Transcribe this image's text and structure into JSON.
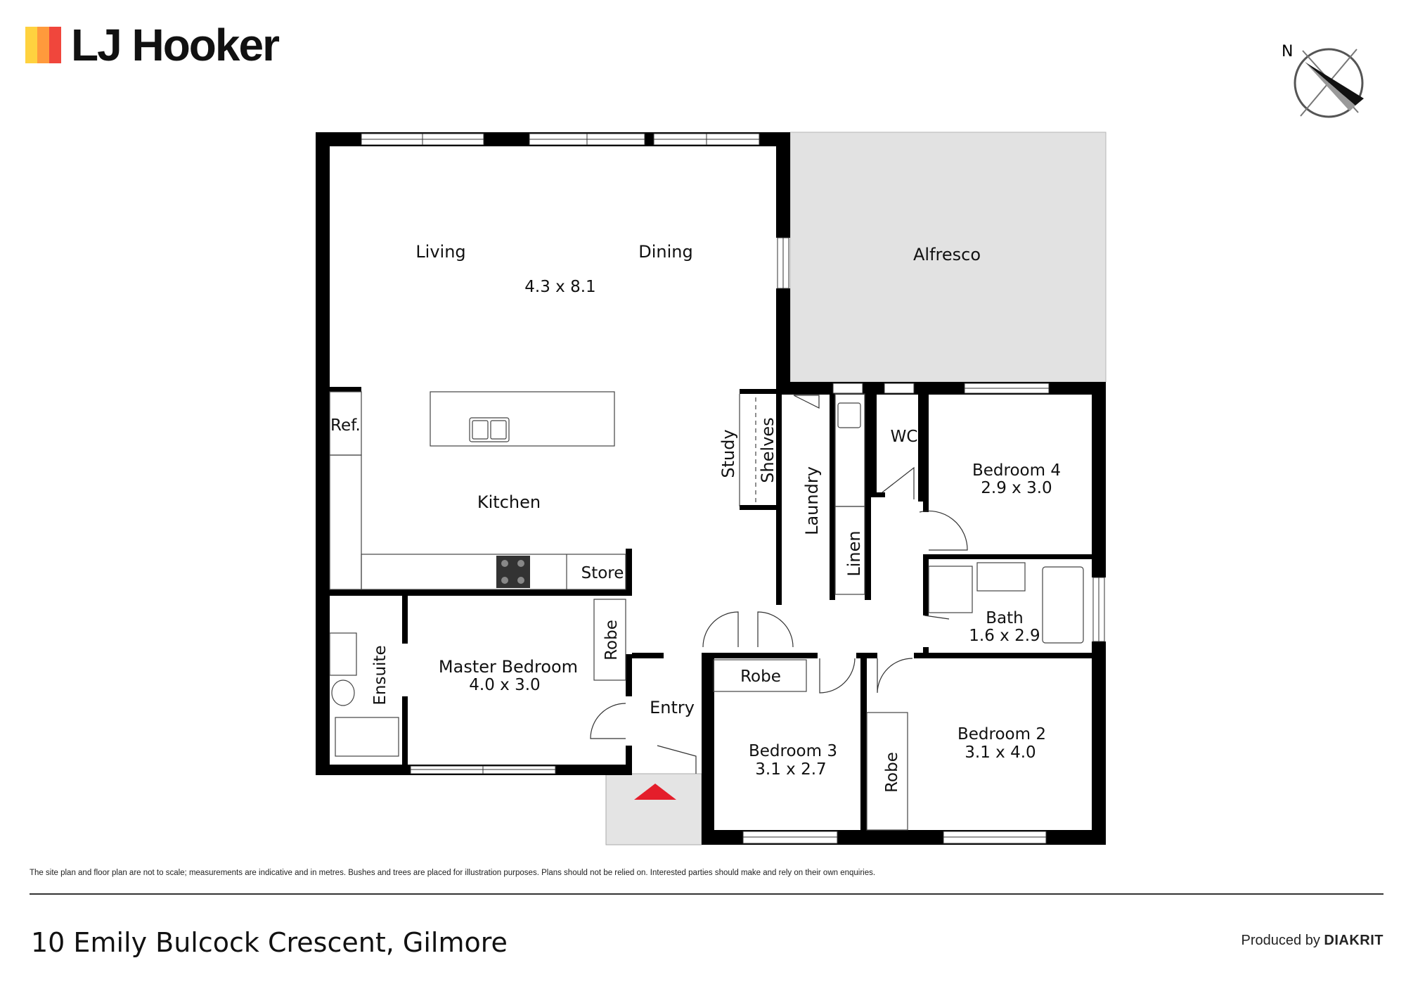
{
  "brand": {
    "name": "LJ Hooker",
    "colors": {
      "bar1": "#FFD23F",
      "bar2": "#FF9A3C",
      "bar3": "#F0463C"
    }
  },
  "compass": {
    "label": "N",
    "icon": "compass-icon"
  },
  "rooms": {
    "living": "Living",
    "dining": "Dining",
    "living_dims": "4.3 x 8.1",
    "alfresco": "Alfresco",
    "ref": "Ref.",
    "kitchen": "Kitchen",
    "store": "Store",
    "study": "Study",
    "shelves": "Shelves",
    "laundry": "Laundry",
    "linen": "Linen",
    "wc": "WC",
    "bedroom4": "Bedroom 4",
    "bedroom4_dims": "2.9 x 3.0",
    "bath": "Bath",
    "bath_dims": "1.6 x 2.9",
    "ensuite": "Ensuite",
    "master": "Master Bedroom",
    "master_dims": "4.0 x 3.0",
    "robe_master": "Robe",
    "entry": "Entry",
    "robe_bed3": "Robe",
    "bedroom3": "Bedroom 3",
    "bedroom3_dims": "3.1 x 2.7",
    "robe_bed2": "Robe",
    "bedroom2": "Bedroom 2",
    "bedroom2_dims": "3.1 x 4.0"
  },
  "colors": {
    "wall": "#000000",
    "alfresco_fill": "#e2e2e2",
    "entry_marker": "#e41e2b"
  },
  "disclaimer": "The site plan and floor plan are not to scale; measurements are indicative and in metres. Bushes and trees are placed for illustration purposes. Plans should not be relied on. Interested parties should make and rely on their own enquiries.",
  "address": "10 Emily Bulcock Crescent, Gilmore",
  "producer": {
    "prefix": "Produced by",
    "name": "DIAKRIT"
  }
}
